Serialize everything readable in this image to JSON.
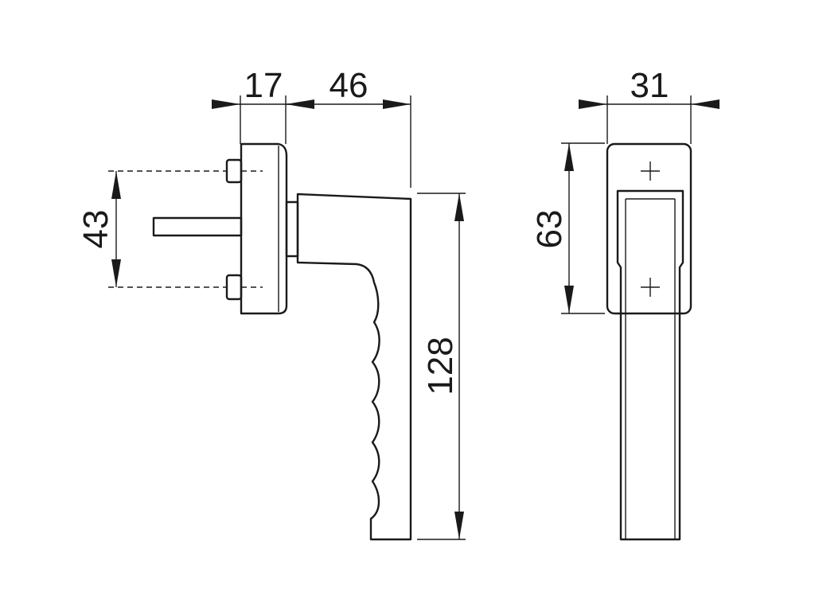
{
  "drawing": {
    "side_view": {
      "dimensions": {
        "rose_depth": "17",
        "handle_projection": "46",
        "screw_spacing": "43",
        "handle_length": "128"
      }
    },
    "front_view": {
      "dimensions": {
        "rose_width": "31",
        "rose_height": "63"
      }
    }
  }
}
